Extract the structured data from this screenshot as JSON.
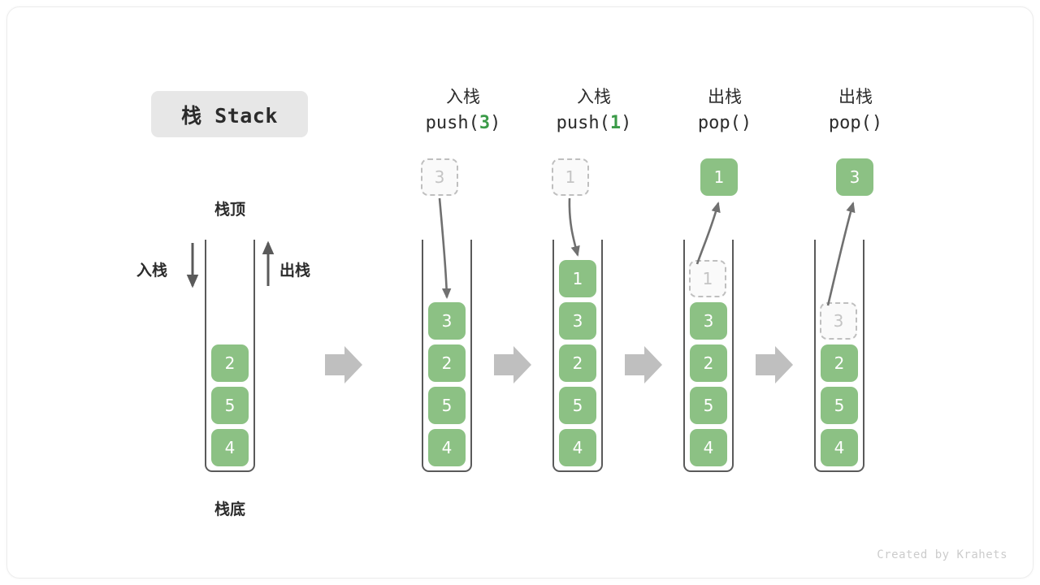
{
  "title_badge": "栈 Stack",
  "labels": {
    "top": "栈顶",
    "bottom": "栈底",
    "push_side": "入栈",
    "pop_side": "出栈"
  },
  "footer": "Created by Krahets",
  "colors": {
    "cell_fill": "#8cc184",
    "cell_text": "#ffffff",
    "ghost_fill": "#fafafa",
    "ghost_text": "#c4c4c4",
    "ghost_border": "#bfbfbf",
    "accent_green": "#3a9a47",
    "container_line": "#5a5a5a",
    "flow_arrow": "#bfbfbf",
    "badge_bg": "#e7e7e7",
    "text": "#2b2b2b",
    "footer_text": "#cccccc"
  },
  "columns": [
    {
      "id": "initial",
      "header_cn": "",
      "header_code": "",
      "header_arg": "",
      "stack": [
        "2",
        "5",
        "4"
      ],
      "ghost_in_stack": null,
      "floating_cell": null
    },
    {
      "id": "push-3",
      "header_cn": "入栈",
      "header_code_prefix": "push(",
      "header_arg": "3",
      "header_code_suffix": ")",
      "stack": [
        "3",
        "2",
        "5",
        "4"
      ],
      "ghost_in_stack": null,
      "floating_cell": {
        "value": "3",
        "style": "ghost"
      },
      "arrow_direction": "down"
    },
    {
      "id": "push-1",
      "header_cn": "入栈",
      "header_code_prefix": "push(",
      "header_arg": "1",
      "header_code_suffix": ")",
      "stack": [
        "1",
        "3",
        "2",
        "5",
        "4"
      ],
      "ghost_in_stack": null,
      "floating_cell": {
        "value": "1",
        "style": "ghost"
      },
      "arrow_direction": "down"
    },
    {
      "id": "pop-1",
      "header_cn": "出栈",
      "header_code_prefix": "pop(",
      "header_arg": "",
      "header_code_suffix": ")",
      "stack": [
        "3",
        "2",
        "5",
        "4"
      ],
      "ghost_in_stack": "1",
      "floating_cell": {
        "value": "1",
        "style": "solid"
      },
      "arrow_direction": "up"
    },
    {
      "id": "pop-3",
      "header_cn": "出栈",
      "header_code_prefix": "pop(",
      "header_arg": "",
      "header_code_suffix": ")",
      "stack": [
        "2",
        "5",
        "4"
      ],
      "ghost_in_stack": "3",
      "floating_cell": {
        "value": "3",
        "style": "solid"
      },
      "arrow_direction": "up"
    }
  ],
  "flow_arrows": 4
}
